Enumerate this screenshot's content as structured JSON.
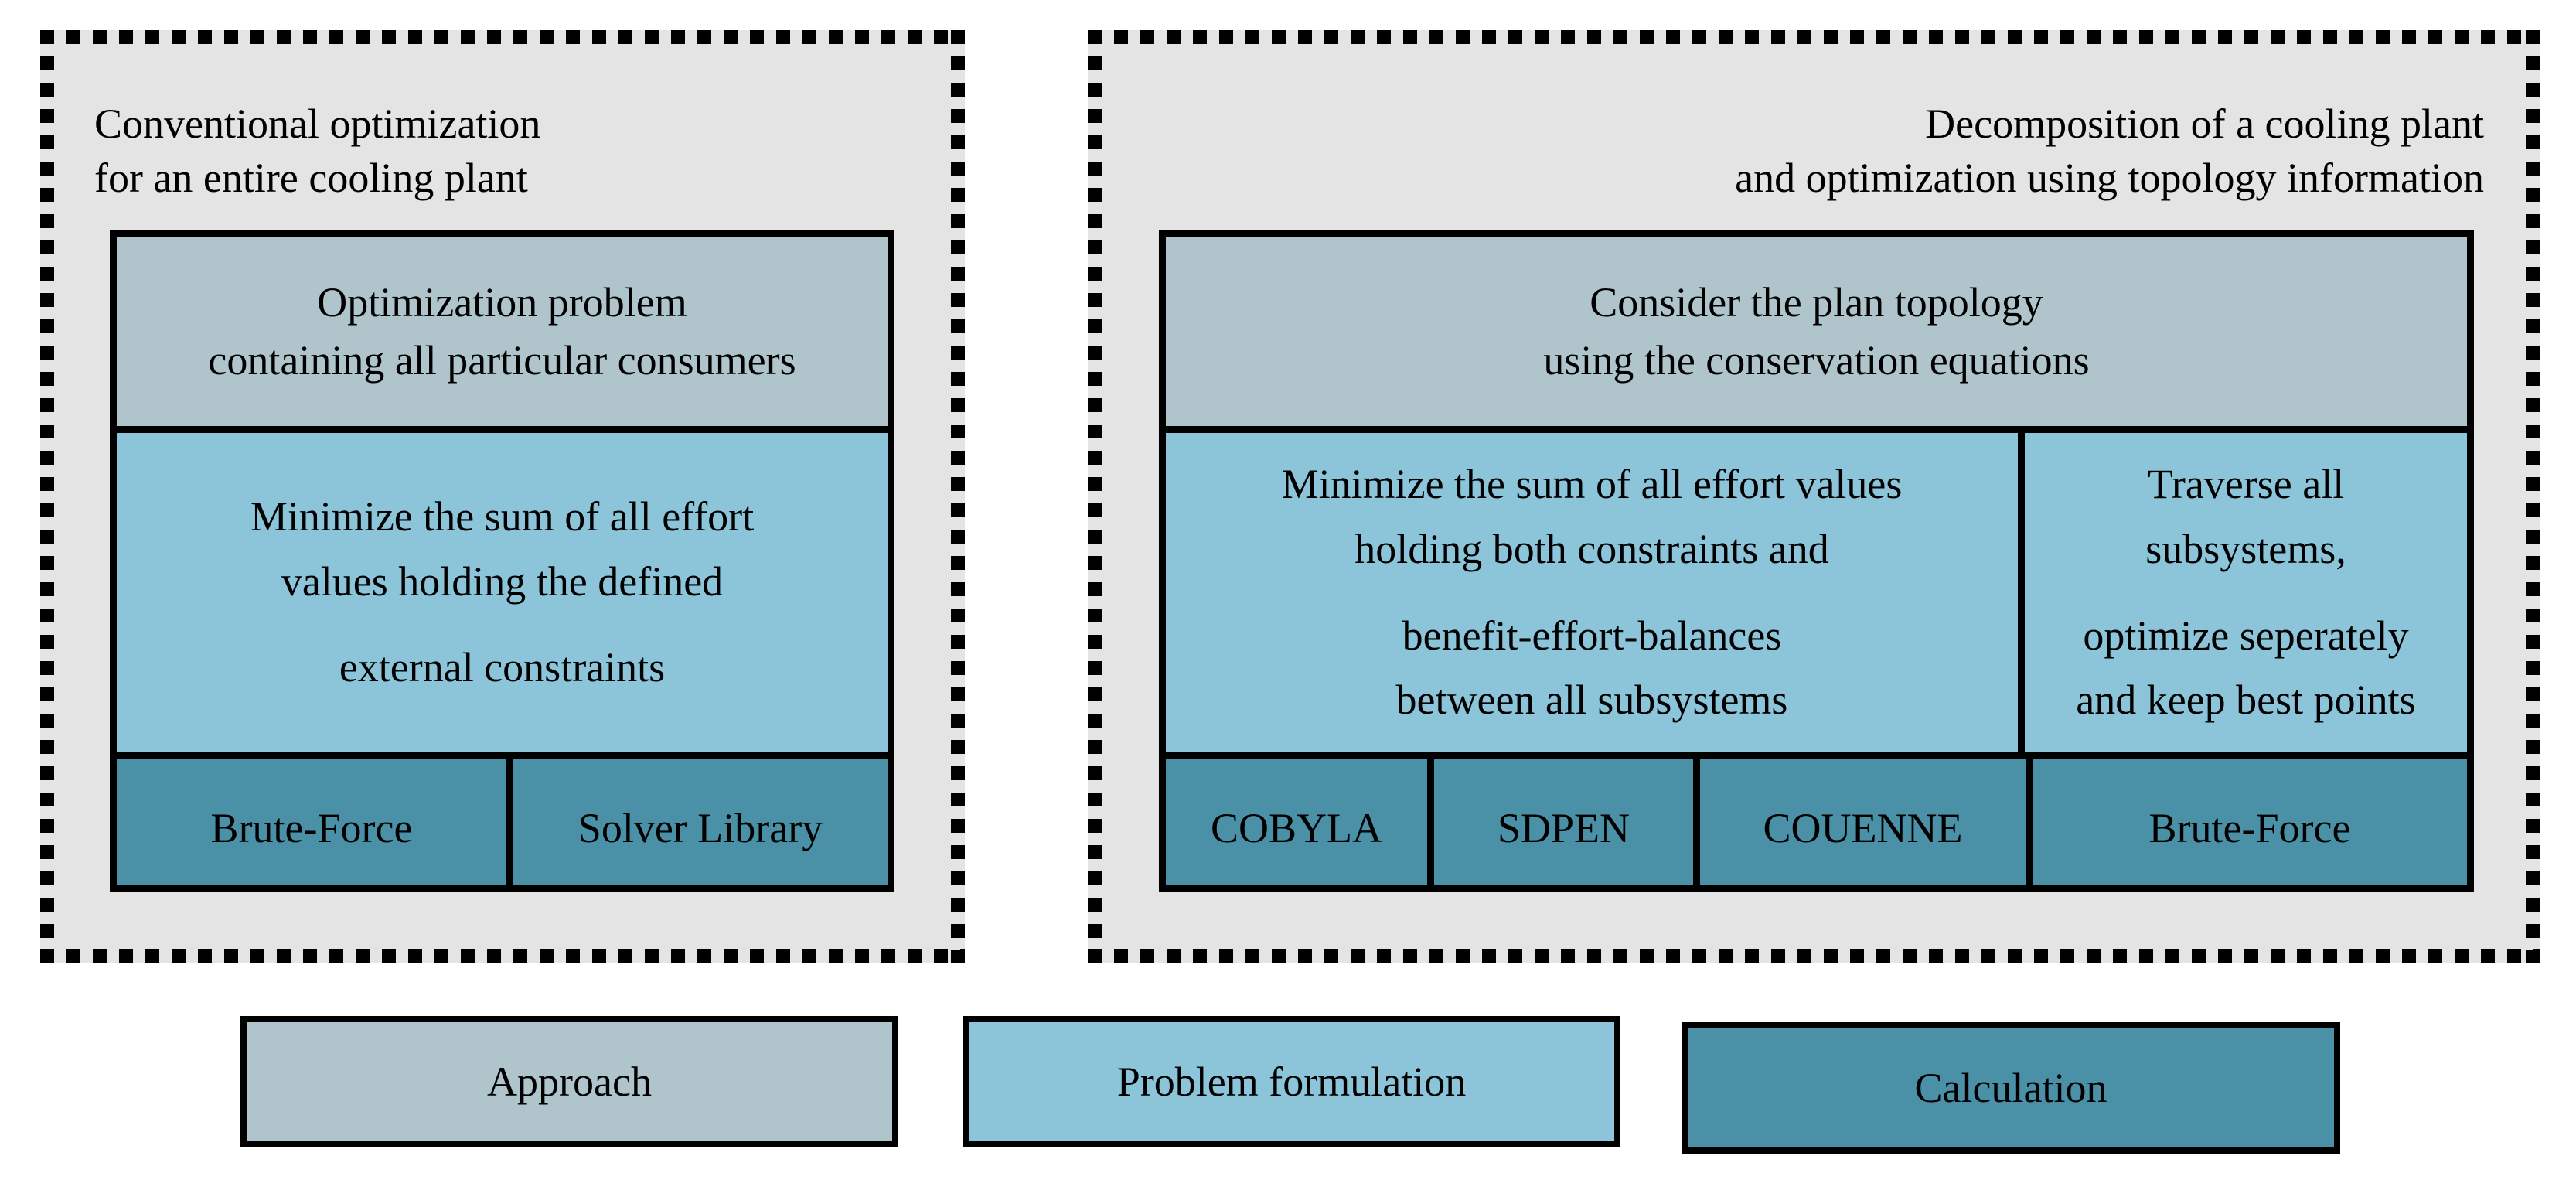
{
  "left_panel": {
    "title": [
      "Conventional optimization",
      "for an entire cooling plant"
    ],
    "approach": [
      "Optimization problem",
      "containing all particular consumers"
    ],
    "problem": {
      "para1": [
        "Minimize the sum of all effort",
        "values holding the defined"
      ],
      "para2": [
        "external constraints"
      ]
    },
    "calculation": [
      "Brute-Force",
      "Solver Library"
    ]
  },
  "right_panel": {
    "title": [
      "Decomposition of a cooling plant",
      "and optimization using topology information"
    ],
    "approach": [
      "Consider the plan topology",
      "using the conservation equations"
    ],
    "problem_left": {
      "para1": [
        "Minimize the sum of all effort values",
        "holding both constraints and"
      ],
      "para2": [
        "benefit-effort-balances",
        "between all subsystems"
      ]
    },
    "problem_right": {
      "para1": [
        "Traverse all",
        "subsystems,"
      ],
      "para2": [
        "optimize seperately",
        "and keep best points"
      ]
    },
    "calculation": [
      "COBYLA",
      "SDPEN",
      "COUENNE",
      "Brute-Force"
    ]
  },
  "legend": {
    "approach": "Approach",
    "problem": "Problem formulation",
    "calculation": "Calculation"
  },
  "colors": {
    "panel-bg": "#e4e4e4",
    "approach": "#afc5cb",
    "problem": "#8cc5da",
    "calculation": "#4a91a8",
    "border": "#000000"
  }
}
